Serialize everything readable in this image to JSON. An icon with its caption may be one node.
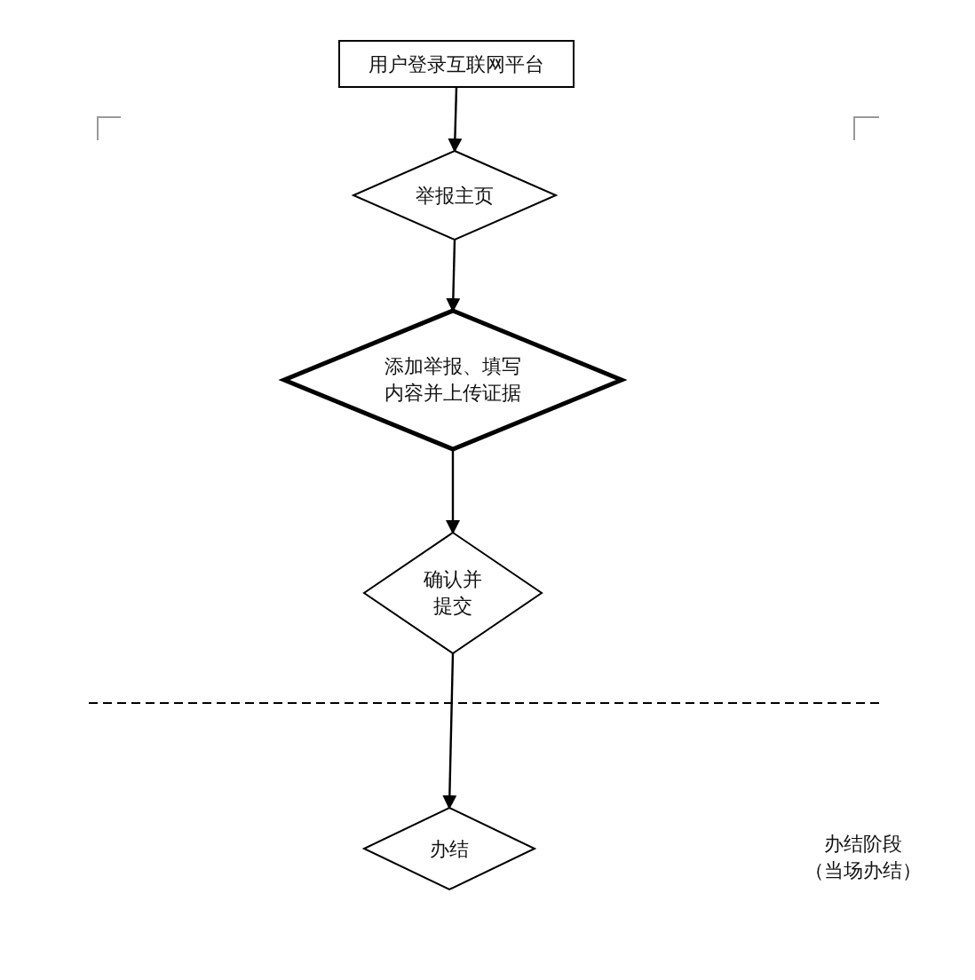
{
  "diagram": {
    "nodes": [
      {
        "text": [
          "用户登录互联网平台"
        ]
      },
      {
        "text": [
          "举报主页"
        ]
      },
      {
        "text": [
          "添加举报、填写内容并上传证据"
        ]
      },
      {
        "text": [
          "确认并提交"
        ]
      },
      {
        "text": [
          "办结"
        ]
      }
    ],
    "edges": [
      {
        "from": 0,
        "to": 1,
        "arrow": "to"
      },
      {
        "from": 1,
        "to": 2,
        "arrow": "to"
      },
      {
        "from": 2,
        "to": 3,
        "arrow": "to"
      },
      {
        "from": 3,
        "to": 4,
        "arrow": "to"
      }
    ],
    "labels": [
      "办结阶段（当场办结）"
    ]
  }
}
